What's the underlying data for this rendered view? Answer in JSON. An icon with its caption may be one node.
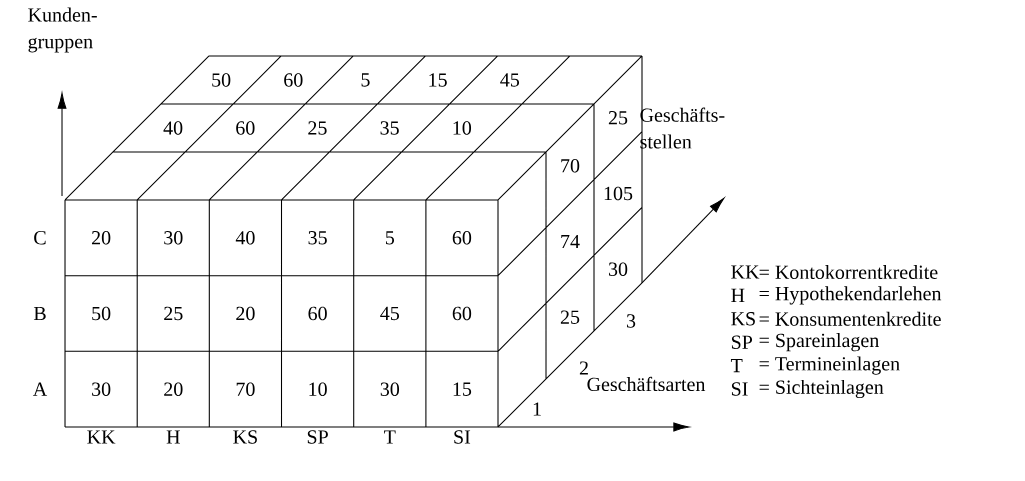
{
  "diagram": {
    "labels": [
      "Kunden- gruppen",
      "Geschäfts- stellen",
      "Geschäftsarten",
      "20",
      "30",
      "40",
      "35",
      "5",
      "60",
      "50",
      "25",
      "20",
      "60",
      "45",
      "60",
      "30",
      "20",
      "70",
      "10",
      "30",
      "15",
      "50",
      "60",
      "5",
      "15",
      "45",
      "40",
      "60",
      "25",
      "35",
      "10",
      "70",
      "74",
      "25",
      "25",
      "105",
      "30",
      "C",
      "B",
      "A",
      "KK",
      "H",
      "KS",
      "SP",
      "T",
      "SI",
      "1",
      "2",
      "3",
      "KK",
      "= Kontokorrentkredite",
      "H",
      "= Hypothekendarlehen",
      "KS",
      "= Konsumentenkredite",
      "SP",
      "= Spareinlagen",
      "T",
      "= Termineinlagen",
      "SI",
      "= Sichteinlagen"
    ]
  }
}
